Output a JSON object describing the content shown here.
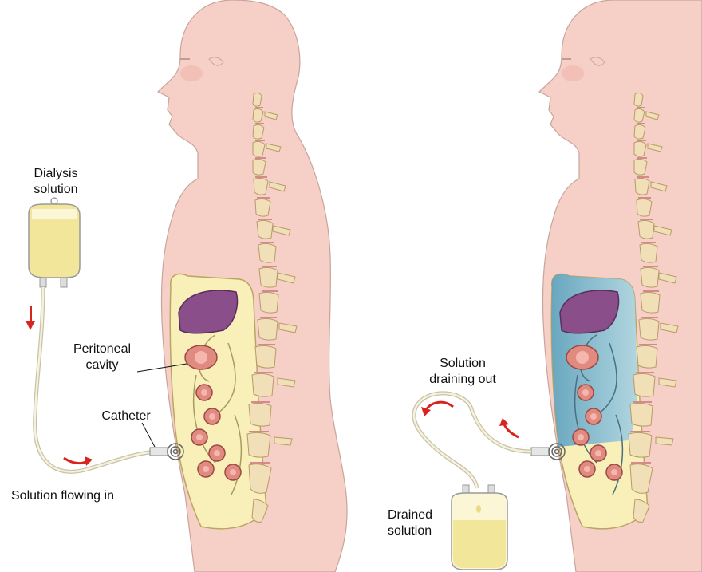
{
  "labels": {
    "dialysis_solution_line1": "Dialysis",
    "dialysis_solution_line2": "solution",
    "peritoneal_cavity_line1": "Peritoneal",
    "peritoneal_cavity_line2": "cavity",
    "catheter": "Catheter",
    "solution_flowing_in": "Solution flowing in",
    "solution_draining_out_line1": "Solution",
    "solution_draining_out_line2": "draining out",
    "drained_solution_line1": "Drained",
    "drained_solution_line2": "solution"
  },
  "colors": {
    "skin": "#f6cfc6",
    "skin_outline": "#c9a49b",
    "cavity_yellow": "#f8f0b8",
    "dialysate_blue": "#7fb6cf",
    "organ_purple": "#8a4f8a",
    "bowel_pink": "#e08a80",
    "spine": "#f1dfb8",
    "flow_arrow_red": "#d8231f",
    "bag_fluid": "#f1e69a"
  }
}
